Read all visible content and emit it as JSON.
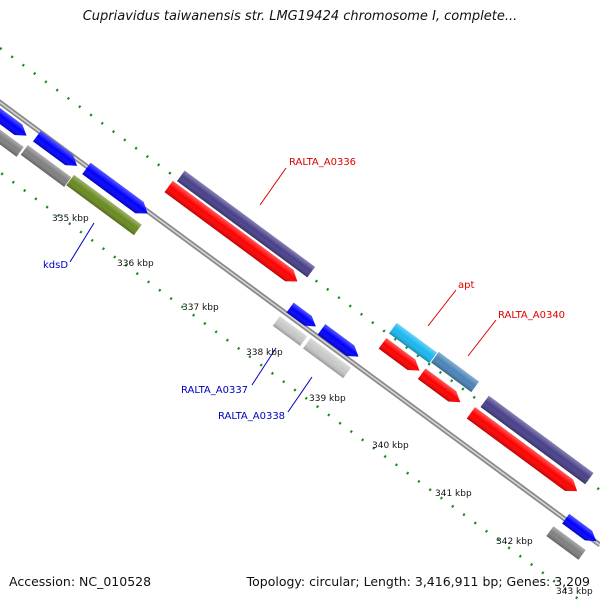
{
  "title": "Cupriavidus taiwanensis str. LMG19424 chromosome I, complete...",
  "footer": {
    "accession": "Accession: NC_010528",
    "topology": "Topology: circular; Length: 3,416,911 bp; Genes: 3,209"
  },
  "ticks": [
    "335 kbp",
    "336 kbp",
    "337 kbp",
    "338 kbp",
    "339 kbp",
    "340 kbp",
    "341 kbp",
    "342 kbp",
    "343 kbp"
  ],
  "gene_labels": {
    "kdsD": "kdsD",
    "ralta_a0336": "RALTA_A0336",
    "apt": "apt",
    "ralta_a0340": "RALTA_A0340",
    "ralta_a0337": "RALTA_A0337",
    "ralta_a0338": "RALTA_A0338"
  },
  "colors": {
    "forward_cds": "#0000ff",
    "reverse_cds": "#ff0000",
    "hypothetical": "#48408a",
    "highlight_cyan": "#1ab8f0",
    "highlight_steel": "#4a84b8",
    "highlight_green": "#6a8a20",
    "gray": "#808080",
    "tick_green": "#1a8a1a"
  }
}
